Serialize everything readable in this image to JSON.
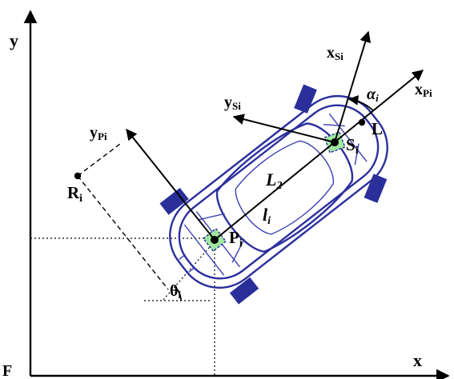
{
  "diagram": {
    "labels": {
      "y": "y",
      "x": "x",
      "F": "F",
      "y_pi_main": "y",
      "y_pi_sub": "Pi",
      "x_pi_main": "x",
      "x_pi_sub": "Pi",
      "x_si_main": "x",
      "x_si_sub": "Si",
      "y_si_main": "y",
      "y_si_sub": "Si",
      "alpha_main": "α",
      "alpha_sub": "i",
      "L": "L",
      "S_main": "S",
      "S_sub": "i",
      "L2_main": "L",
      "L2_sub": "2",
      "l_main": "l",
      "l_sub": "i",
      "R_main": "R",
      "R_sub": "i",
      "P_main": "P",
      "P_sub": "i",
      "theta_main": "θ",
      "theta_sub": "i"
    },
    "colors": {
      "axis": "#000000",
      "car": "#2b2f9c",
      "wheel": "#2a2f9a",
      "marker": "#9fe89f"
    }
  }
}
